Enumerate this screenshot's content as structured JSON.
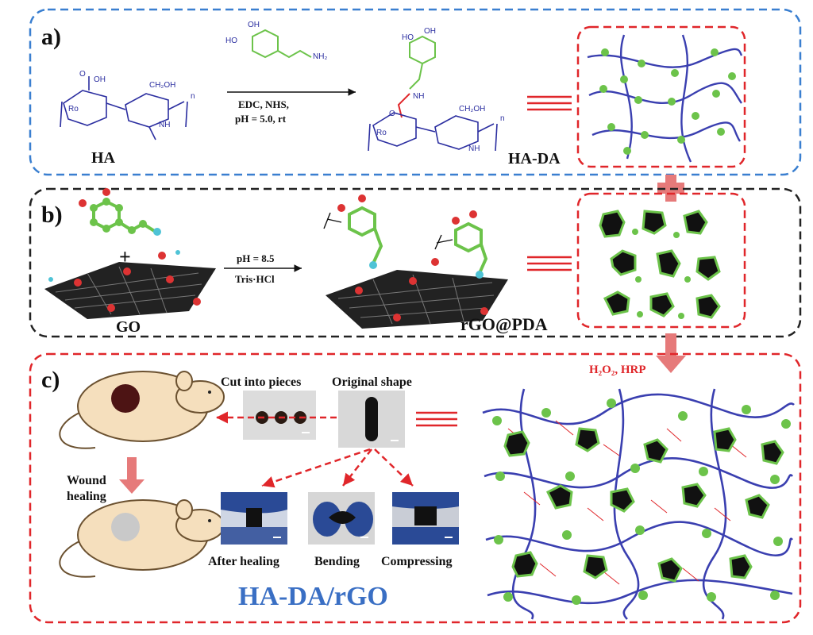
{
  "panels": {
    "a": {
      "letter": "a)"
    },
    "b": {
      "letter": "b)"
    },
    "c": {
      "letter": "c)"
    }
  },
  "reaction_a": {
    "reactant_label": "HA",
    "product_label": "HA-DA",
    "conditions": [
      "EDC, NHS,",
      "pH = 5.0, rt"
    ],
    "chem_text": {
      "oh": "OH",
      "o": "O",
      "ho": "HO",
      "ch2oh": "CH₂OH",
      "nh": "NH",
      "nh2": "NH₂",
      "ro": "Ro",
      "n": "n"
    }
  },
  "reaction_b": {
    "reactant_label": "GO",
    "product_label": "rGO@PDA",
    "conditions": [
      "pH = 8.5",
      "Tris·HCl"
    ],
    "plus": "+"
  },
  "panel_c": {
    "trigger": "H₂O₂, HRP",
    "captions": {
      "cut": "Cut into pieces",
      "original": "Original shape",
      "after_healing": "After healing",
      "bending": "Bending",
      "compressing": "Compressing",
      "wound_line1": "Wound",
      "wound_line2": "healing"
    },
    "title": "HA-DA/rGO"
  },
  "colors": {
    "panel_a_border": "#3a7fd0",
    "panel_b_border": "#222222",
    "panel_c_border": "#e0262a",
    "polymer_chain": "#3a3fb0",
    "dopamine_green": "#6cc34a",
    "sheet_black": "#111111",
    "link_red": "#e0262a",
    "arrow_pink": "#e67a7a",
    "title_blue": "#3a6fc4"
  }
}
